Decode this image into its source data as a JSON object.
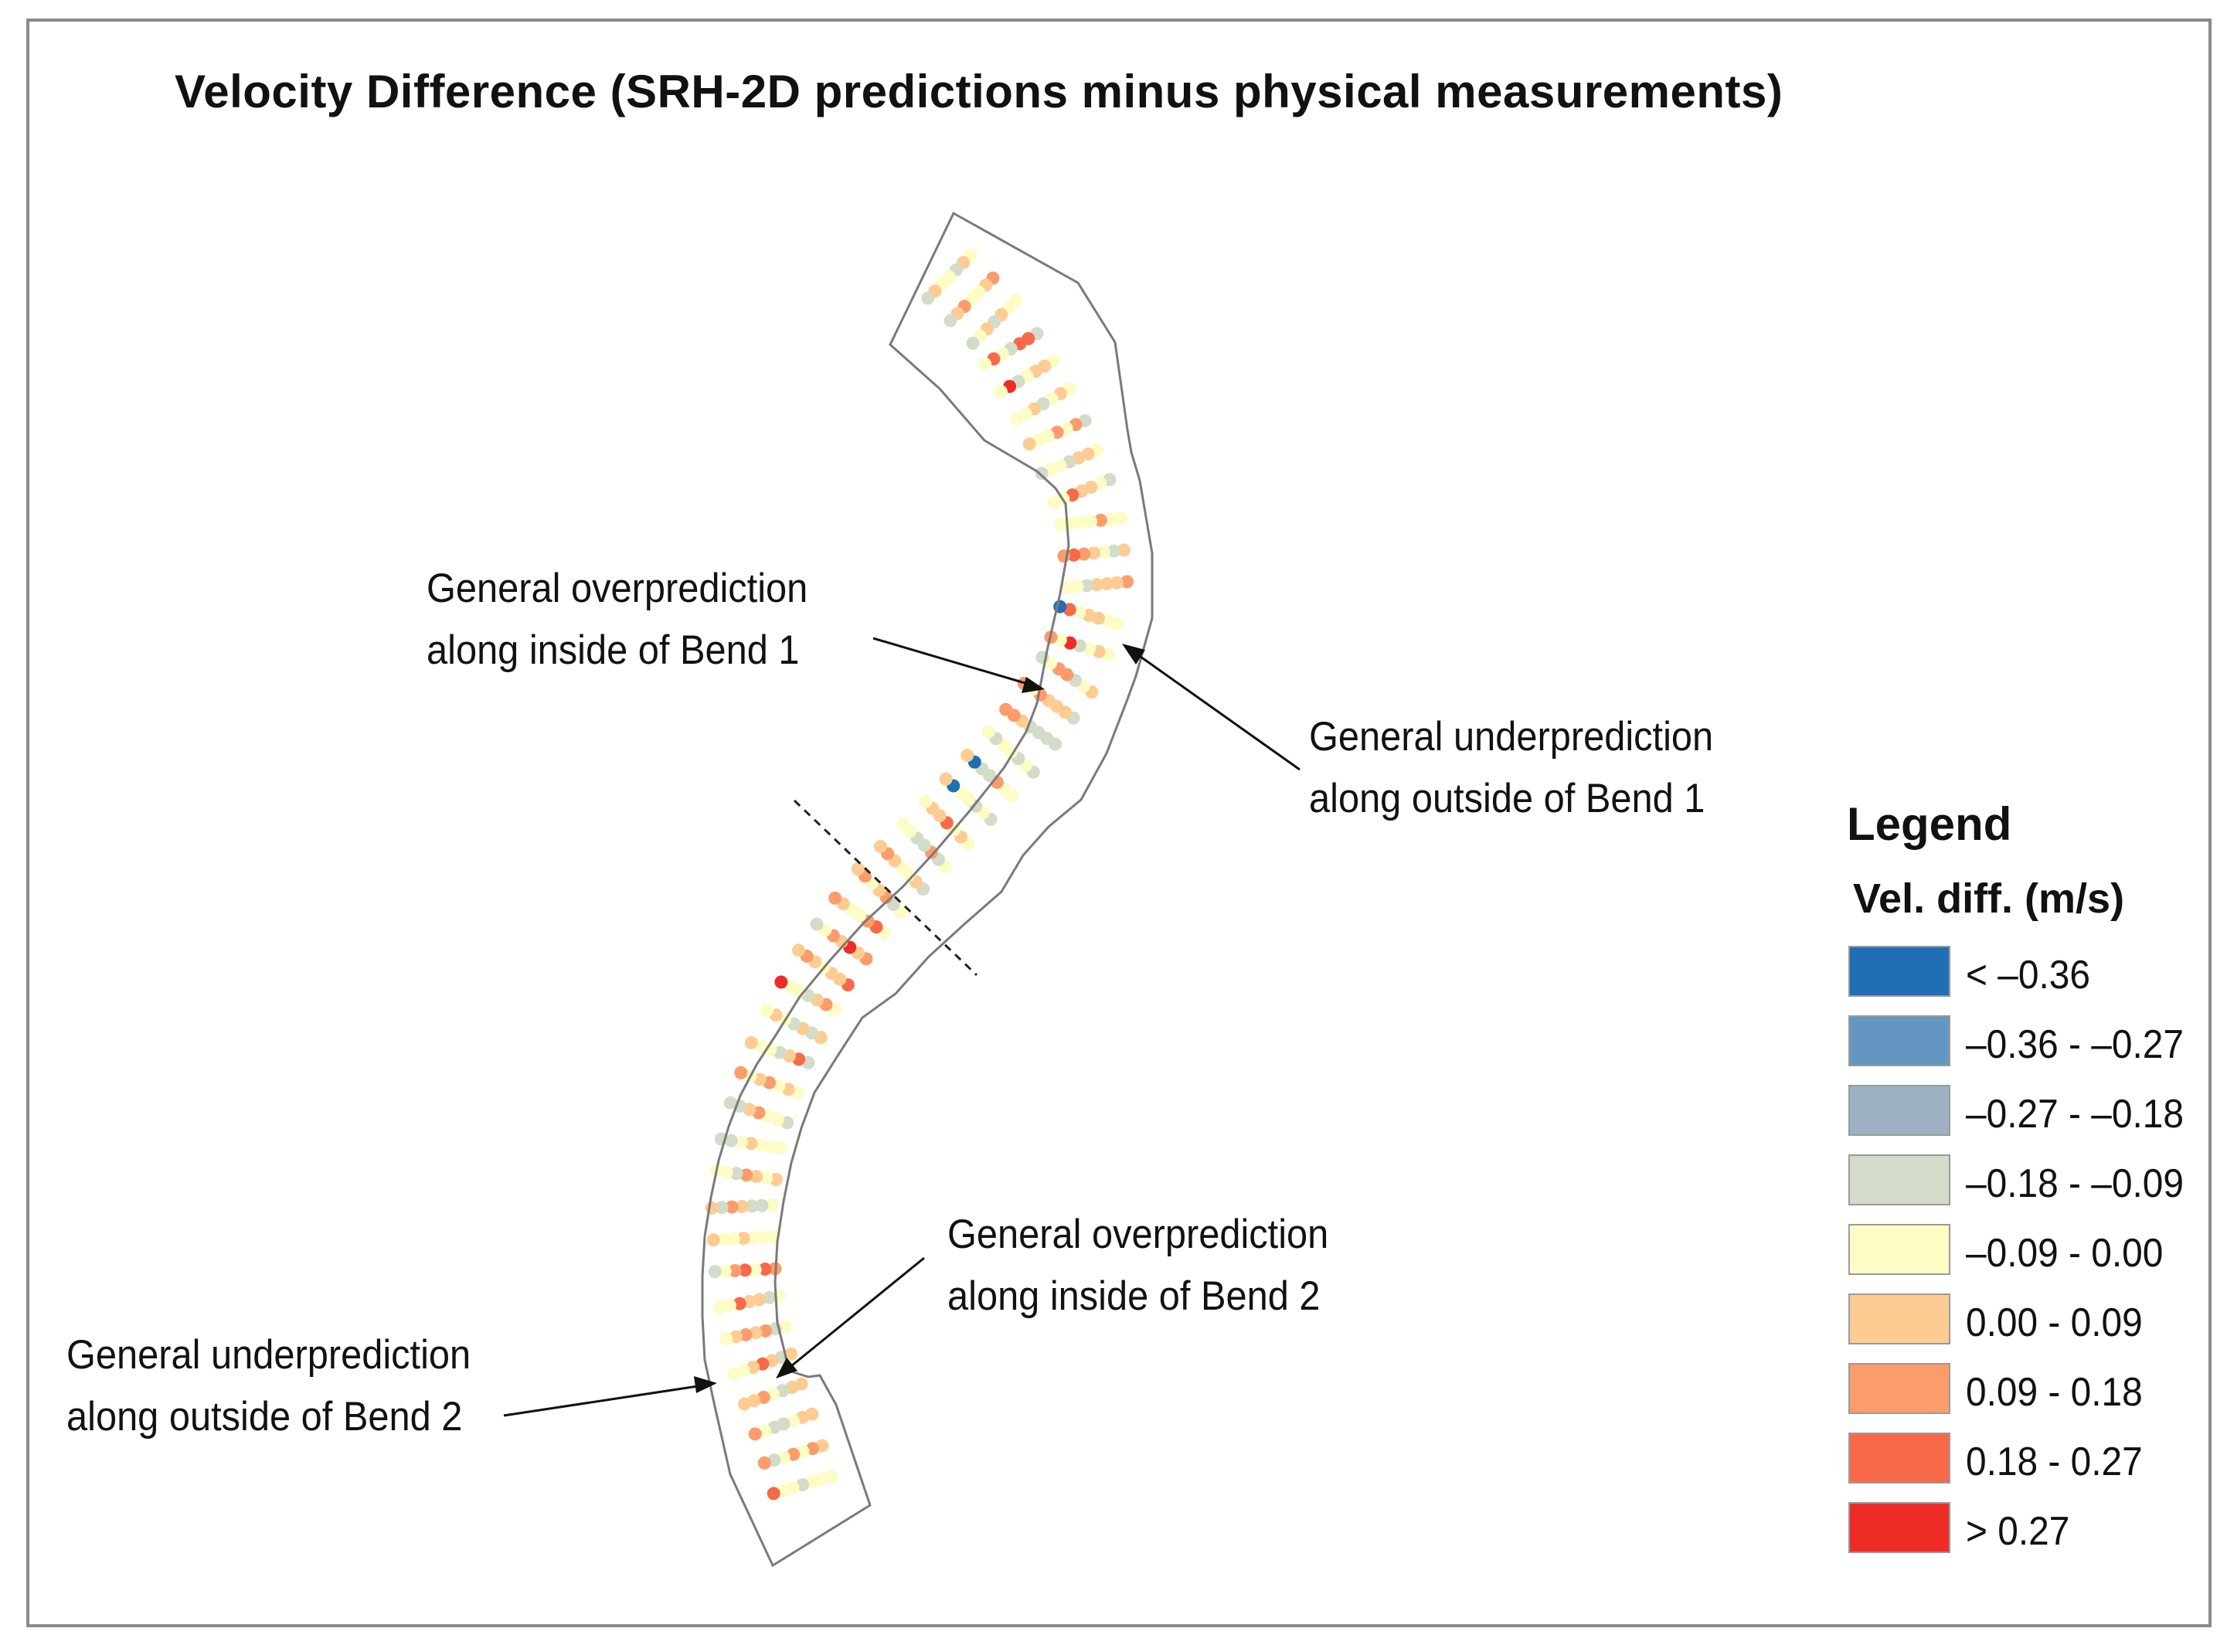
{
  "title": "Velocity Difference (SRH-2D predictions minus physical measurements)",
  "annotations": {
    "over_bend1": [
      "General overprediction",
      "along inside of Bend 1"
    ],
    "under_bend1": [
      "General underprediction",
      "along outside of Bend 1"
    ],
    "over_bend2": [
      "General overprediction",
      "along inside of Bend 2"
    ],
    "under_bend2": [
      "General underprediction",
      "along outside of Bend 2"
    ]
  },
  "legend": {
    "title": "Legend",
    "subtitle": "Vel. diff. (m/s)",
    "classes": [
      {
        "label": "< –0.36",
        "color": "#1f6fb4"
      },
      {
        "label": "–0.36 - –0.27",
        "color": "#6396c1"
      },
      {
        "label": "–0.27 - –0.18",
        "color": "#9db3c3"
      },
      {
        "label": "–0.18 - –0.09",
        "color": "#d2dcc8"
      },
      {
        "label": "–0.09 - 0.00",
        "color": "#fdfcc4"
      },
      {
        "label": "0.00 - 0.09",
        "color": "#fdcc92"
      },
      {
        "label": "0.09 - 0.18",
        "color": "#fc9c6c"
      },
      {
        "label": "0.18 - 0.27",
        "color": "#f86948"
      },
      {
        "label": "> 0.27",
        "color": "#ef2b26"
      }
    ]
  },
  "colors": {
    "frame": "#8a8a8a",
    "channel_outline": "#7a7a7a",
    "arrow": "#111111"
  }
}
